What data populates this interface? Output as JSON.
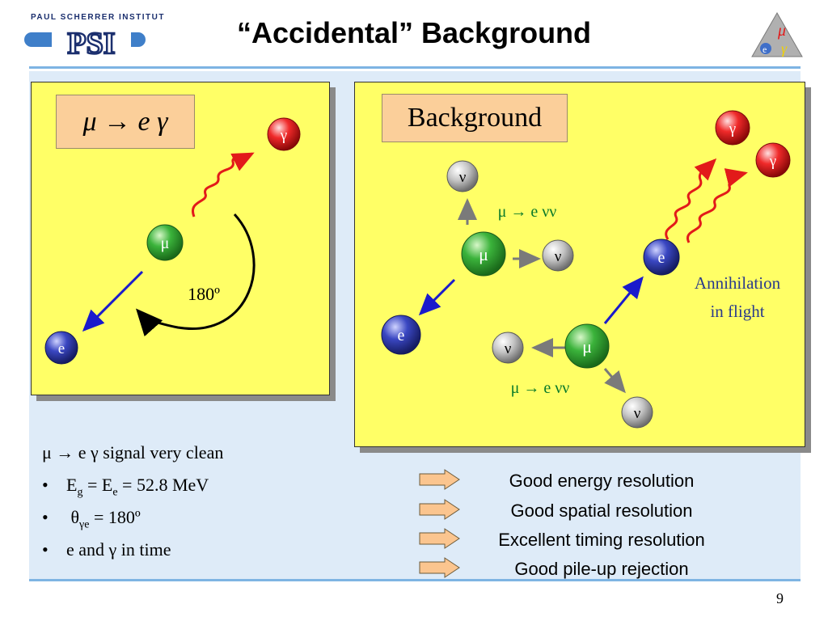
{
  "header": {
    "institute_name": "PAUL SCHERRER INSTITUT",
    "institute_logo": "PSI",
    "title": "“Accidental” Background",
    "corner_logo": "μ e γ"
  },
  "signal_panel": {
    "label": "μ → e γ",
    "angle_label": "180º",
    "particles": {
      "muon": "μ",
      "electron": "e",
      "gamma": "γ"
    }
  },
  "background_panel": {
    "label": "Background",
    "decay_label_1": "μ → e νν",
    "decay_label_2": "μ → e νν",
    "annihilation_line1": "Annihilation",
    "annihilation_line2": "in flight",
    "particles": {
      "muon": "μ",
      "electron": "e",
      "gamma": "γ",
      "neutrino": "ν"
    }
  },
  "signal_list": {
    "heading": "μ → e γ signal very clean",
    "bullet": "•",
    "items": [
      {
        "main": "E",
        "sub1": "g",
        "mid": " = E",
        "sub2": "e",
        "tail": " = 52.8 MeV"
      },
      {
        "main": "θ",
        "sub1": "γe",
        "mid": " = 180º"
      },
      {
        "main": "e and γ in time"
      }
    ]
  },
  "requirements": [
    "Good energy resolution",
    "Good spatial resolution",
    "Excellent timing resolution",
    "Good pile-up rejection"
  ],
  "page_number": "9",
  "colors": {
    "muon": "#2fa02f",
    "electron": "#2b35a0",
    "gamma": "#e21a1a",
    "neutrino": "#9a9a9a",
    "panel": "#ffff66",
    "label_box": "#fbcf9a",
    "content_bg": "#deebf8",
    "rule": "#7eb4e3",
    "annihilation_text": "#2a3a8c",
    "decay_text": "#0a7a2a"
  }
}
